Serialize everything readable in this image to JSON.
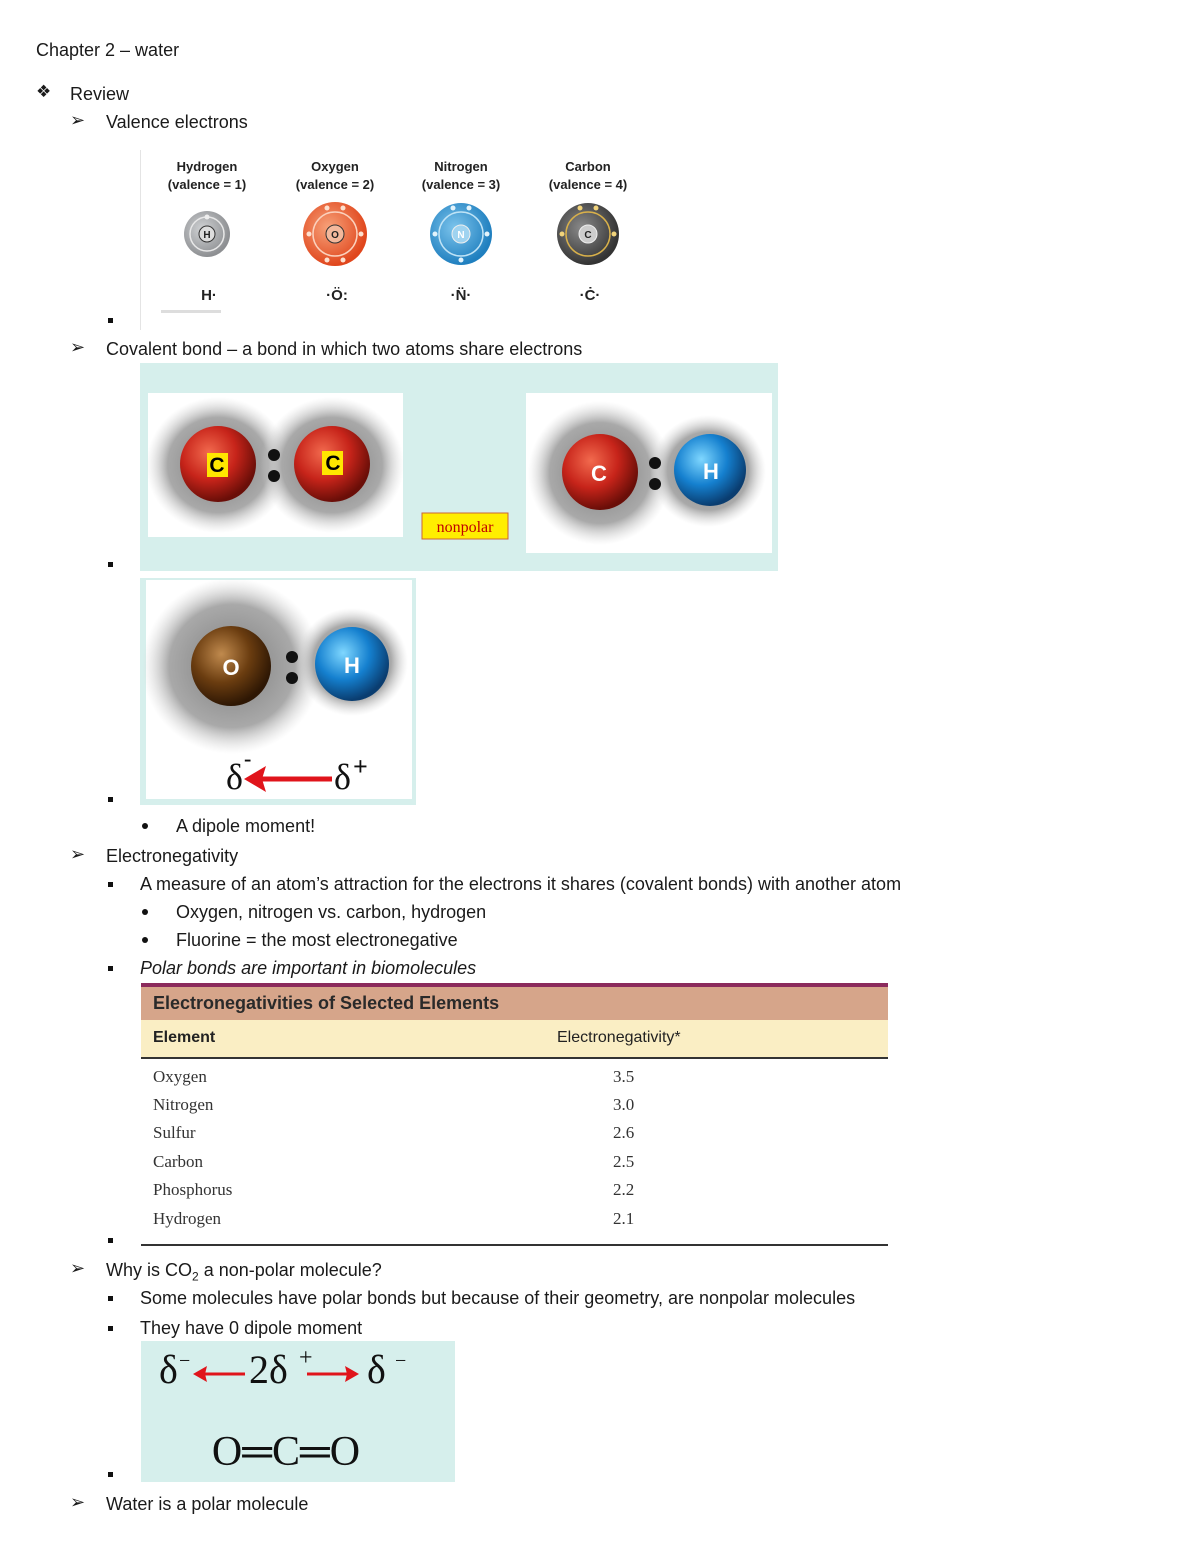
{
  "chapter_title": "Chapter 2 – water",
  "review": "Review",
  "valence_electrons": "Valence electrons",
  "valence_figure": {
    "atoms": [
      {
        "name": "Hydrogen",
        "valence": "(valence = 1)",
        "symbol": "H",
        "lewis": "H·",
        "color": "#a7a9ac"
      },
      {
        "name": "Oxygen",
        "valence": "(valence = 2)",
        "symbol": "O",
        "lewis": "·Ö:",
        "color": "#e8562c"
      },
      {
        "name": "Nitrogen",
        "valence": "(valence = 3)",
        "symbol": "N",
        "lewis": "·N̈·",
        "color": "#2e8fc9"
      },
      {
        "name": "Carbon",
        "valence": "(valence = 4)",
        "symbol": "C",
        "lewis": "·Ċ·",
        "color": "#4a4a4a"
      }
    ]
  },
  "covalent_bond": "Covalent bond – a bond in which two atoms share electrons",
  "covalent_figure": {
    "left_atoms": [
      "C",
      "C"
    ],
    "right_atoms": [
      "C",
      "H"
    ],
    "nonpolar_label": "nonpolar"
  },
  "oh_figure": {
    "atoms": [
      "O",
      "H"
    ],
    "delta_minus": "δ",
    "minus_sign": "-",
    "delta_plus": "δ",
    "plus_sign": "+"
  },
  "dipole_moment": "A dipole moment!",
  "electronegativity": "Electronegativity",
  "en_definition": "A measure of an atom’s attraction for the electrons it shares (covalent bonds) with another atom",
  "en_example1": "Oxygen, nitrogen vs. carbon, hydrogen",
  "en_example2": "Fluorine = the most electronegative",
  "polar_bonds": "Polar bonds are important in biomolecules",
  "en_table": {
    "title": "Electronegativities of Selected Elements",
    "col1": "Element",
    "col2": "Electronegativity*",
    "rows": [
      {
        "element": "Oxygen",
        "value": "3.5"
      },
      {
        "element": "Nitrogen",
        "value": "3.0"
      },
      {
        "element": "Sulfur",
        "value": "2.6"
      },
      {
        "element": "Carbon",
        "value": "2.5"
      },
      {
        "element": "Phosphorus",
        "value": "2.2"
      },
      {
        "element": "Hydrogen",
        "value": "2.1"
      }
    ]
  },
  "co2_question_prefix": "Why is CO",
  "co2_subscript": "2",
  "co2_question_suffix": " a non-polar molecule?",
  "co2_point1": "Some molecules have polar bonds but because of their geometry, are nonpolar molecules",
  "co2_point2": "They have 0 dipole moment",
  "co2_figure": {
    "top": "δ⁻ ← 2δ⁺ → δ⁻",
    "bottom": "O═C═O"
  },
  "water_polar": "Water is a polar molecule"
}
